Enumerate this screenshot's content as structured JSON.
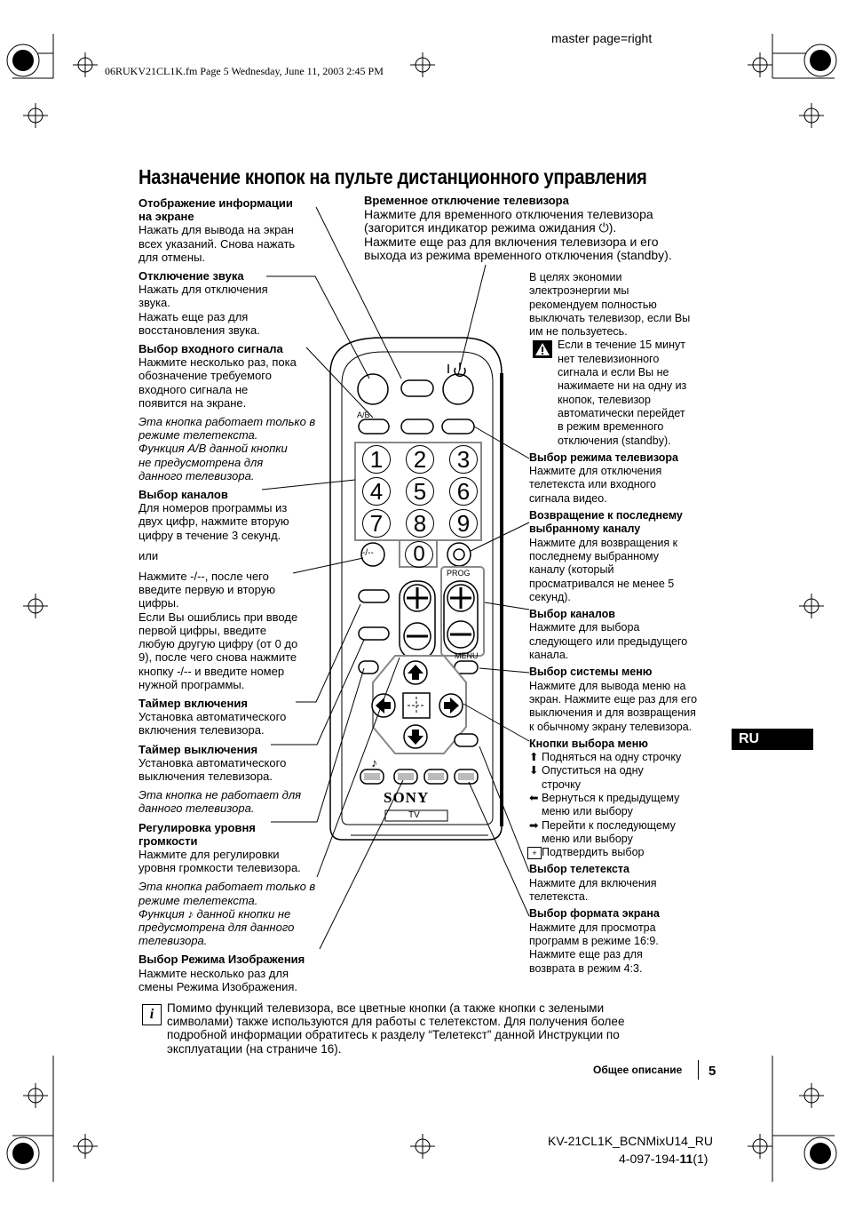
{
  "header": {
    "master_page": "master page=right",
    "file_info": "06RUKV21CL1K.fm  Page 5  Wednesday, June 11, 2003  2:45 PM"
  },
  "title": "Назначение кнопок на пульте дистанционного управления",
  "left_column": {
    "osd": {
      "heading1": "Отображение информации",
      "heading2": "на экране",
      "body": [
        "Нажать для вывода на экран",
        "всех указаний. Снова нажать",
        "для отмены."
      ]
    },
    "mute": {
      "heading": "Отключение звука",
      "body": [
        "Нажать для отключения",
        "звука.",
        "Нажать еще раз для",
        "восстановления звука."
      ]
    },
    "input": {
      "heading": "Выбор входного сигнала",
      "body": [
        "Нажмите несколько раз, пока",
        "обозначение требуемого",
        "входного сигнала не",
        "появится на экране."
      ],
      "note": [
        "Эта кнопка работает только в",
        "режиме телетекста.",
        "Функция A/B данной кнопки",
        "не предусмотрена для",
        "данного телевизора."
      ]
    },
    "channels": {
      "heading": "Выбор каналов",
      "body": [
        "Для номеров программы из",
        "двух цифр, нажмите вторую",
        "цифру в течение 3 секунд."
      ],
      "or": "или",
      "body2": [
        "Нажмите -/--, после чего",
        "введите первую и вторую",
        "цифры.",
        "Если Вы ошиблись при вводе",
        "первой цифры, введите",
        "любую другую цифру (от 0 до",
        "9), после чего снова нажмите",
        "кнопку -/-- и введите номер",
        "нужной программы."
      ]
    },
    "timer_on": {
      "heading": "Таймер включения",
      "body": [
        "Установка автоматического",
        "включения телевизора."
      ]
    },
    "timer_off": {
      "heading": "Таймер выключения",
      "body": [
        "Установка автоматического",
        "выключения телевизора."
      ],
      "note": [
        "Эта кнопка не работает для",
        "данного телевизора."
      ]
    },
    "volume": {
      "heading1": "Регулировка уровня",
      "heading2": "громкости",
      "body": [
        "Нажмите для регулировки",
        "уровня громкости телевизора."
      ],
      "note": [
        "Эта кнопка работает только в",
        "режиме телетекста.",
        "Функция ♪ данной кнопки не",
        "предусмотрена для данного",
        "телевизора."
      ]
    },
    "picture": {
      "heading": "Выбор Режима Изображения",
      "body": [
        "Нажмите несколько раз для",
        "смены Режима Изображения."
      ]
    }
  },
  "top_center": {
    "heading": "Временное отключение телевизора",
    "body": [
      "Нажмите для временного отключения телевизора",
      "(загорится индикатор режима ожидания ⏻).",
      "Нажмите еще раз для включения телевизора и его",
      "выхода из режима временного отключения (standby)."
    ]
  },
  "right_column": {
    "economy": [
      "В целях экономии",
      "электроэнергии мы",
      "рекомендуем полностью",
      "выключать телевизор, если Вы",
      "им не пользуетесь."
    ],
    "warning": [
      "Если в течение 15 минут",
      "нет телевизионного",
      "сигнала и если Вы не",
      "нажимаете ни на одну из",
      "кнопок, телевизор",
      "автоматически перейдет",
      "в режим временного",
      "отключения (standby)."
    ],
    "tv_mode": {
      "heading": "Выбор режима телевизора",
      "body": [
        "Нажмите для отключения",
        "телетекста или входного",
        "сигнала видео."
      ]
    },
    "last_channel": {
      "heading1": "Возвращение к последнему",
      "heading2": "выбранному каналу",
      "body": [
        "Нажмите для возвращения к",
        "последнему выбранному",
        "каналу (который",
        "просматривался не менее 5",
        "секунд)."
      ]
    },
    "prog": {
      "heading": "Выбор каналов",
      "body": [
        "Нажмите для выбора",
        "следующего или предыдущего",
        "канала."
      ]
    },
    "menu": {
      "heading": "Выбор системы меню",
      "body": [
        "Нажмите для вывода меню на",
        "экран. Нажмите еще раз для его",
        "выключения и для возвращения",
        "к обычному экрану телевизора."
      ]
    },
    "menu_keys": {
      "heading": "Кнопки выбора меню",
      "up": "Подняться на одну строчку",
      "down1": "Опуститься на одну",
      "down2": "строчку",
      "left1": "Вернуться к предыдущему",
      "left2": "меню или выбору",
      "right1": "Перейти к последующему",
      "right2": "меню или выбору",
      "ok": "Подтвердить выбор"
    },
    "teletext": {
      "heading": "Выбор телетекста",
      "body": [
        "Нажмите для включения",
        "телетекста."
      ]
    },
    "format": {
      "heading": "Выбор формата экрана",
      "body": [
        "Нажмите для просмотра",
        "программ в режиме 16:9.",
        "Нажмите еще раз для",
        "возврата в режим 4:3."
      ]
    }
  },
  "remote": {
    "ab_label": "A/B",
    "digits": [
      "1",
      "2",
      "3",
      "4",
      "5",
      "6",
      "7",
      "8",
      "9",
      "0"
    ],
    "dash_label": "-/--",
    "prog_label": "PROG",
    "menu_label": "MENU",
    "brand": "SONY",
    "tv_label": "TV"
  },
  "lang_tab": "RU",
  "info_note": [
    "Помимо функций телевизора, все цветные кнопки (а также кнопки с зелеными",
    "символами) также используются для работы с телетекстом. Для получения более",
    "подробной информации обратитесь к разделу “Телетекст” данной Инструкции по",
    "эксплуатации (на страниче 16)."
  ],
  "footer": {
    "section": "Общее описание",
    "page_number": "5",
    "model": "KV-21CL1K_BCNMixU14_RU",
    "code_prefix": "4-097-194-",
    "code_bold": "11",
    "code_suffix": "(1)"
  }
}
